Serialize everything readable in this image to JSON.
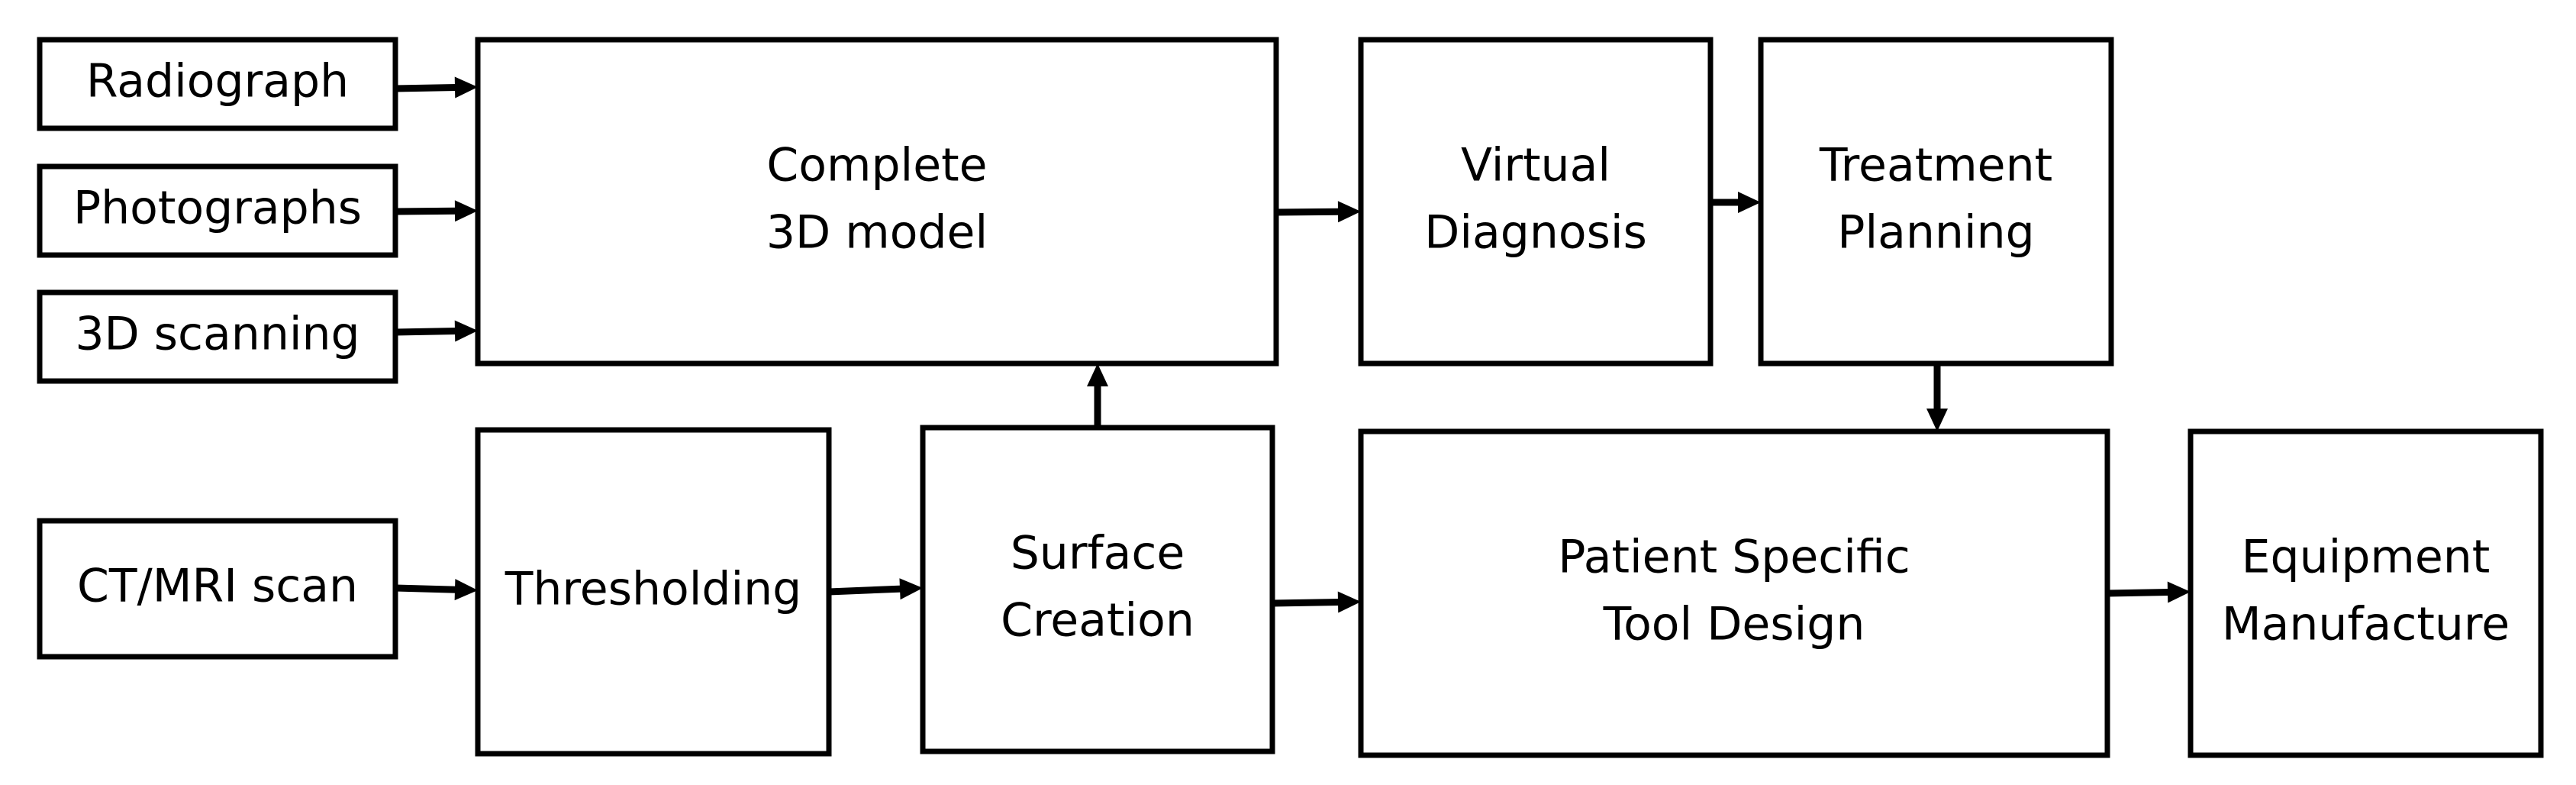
{
  "diagram": {
    "nodes": [
      {
        "id": "radiograph",
        "lines": [
          "Radiograph"
        ]
      },
      {
        "id": "photographs",
        "lines": [
          "Photographs"
        ]
      },
      {
        "id": "3d-scanning",
        "lines": [
          "3D scanning"
        ]
      },
      {
        "id": "complete-3d-model",
        "lines": [
          "Complete",
          "3D model"
        ]
      },
      {
        "id": "virtual-diagnosis",
        "lines": [
          "Virtual",
          "Diagnosis"
        ]
      },
      {
        "id": "treatment-planning",
        "lines": [
          "Treatment",
          "Planning"
        ]
      },
      {
        "id": "ct-mri-scan",
        "lines": [
          "CT/MRI scan"
        ]
      },
      {
        "id": "thresholding",
        "lines": [
          "Thresholding"
        ]
      },
      {
        "id": "surface-creation",
        "lines": [
          "Surface",
          "Creation"
        ]
      },
      {
        "id": "patient-specific-tool-design",
        "lines": [
          "Patient Specific",
          "Tool Design"
        ]
      },
      {
        "id": "equipment-manufacture",
        "lines": [
          "Equipment",
          "Manufacture"
        ]
      }
    ],
    "edges": [
      {
        "from": "radiograph",
        "to": "complete-3d-model"
      },
      {
        "from": "photographs",
        "to": "complete-3d-model"
      },
      {
        "from": "3d-scanning",
        "to": "complete-3d-model"
      },
      {
        "from": "complete-3d-model",
        "to": "virtual-diagnosis"
      },
      {
        "from": "virtual-diagnosis",
        "to": "treatment-planning"
      },
      {
        "from": "treatment-planning",
        "to": "patient-specific-tool-design"
      },
      {
        "from": "ct-mri-scan",
        "to": "thresholding"
      },
      {
        "from": "thresholding",
        "to": "surface-creation"
      },
      {
        "from": "surface-creation",
        "to": "complete-3d-model"
      },
      {
        "from": "surface-creation",
        "to": "patient-specific-tool-design"
      },
      {
        "from": "patient-specific-tool-design",
        "to": "equipment-manufacture"
      }
    ]
  }
}
